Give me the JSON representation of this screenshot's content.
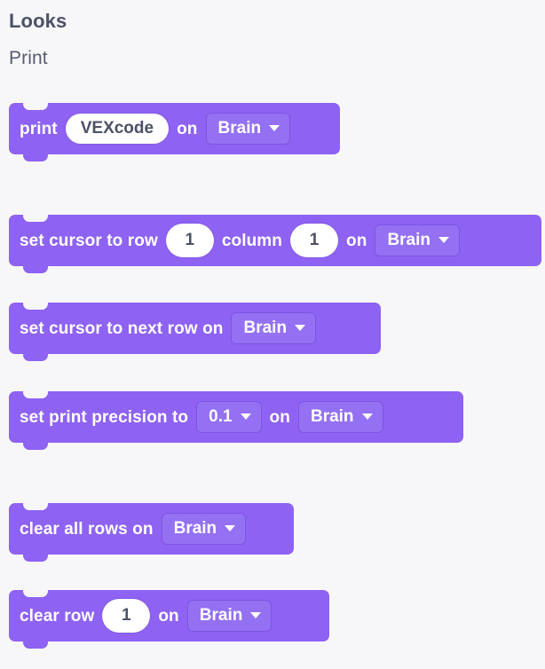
{
  "palette": {
    "category": "Looks",
    "subcategory": "Print",
    "accent_color": "#8E62F2",
    "dropdown_color": "#9470F3",
    "background_color": "#F7F7FA",
    "text_color": "#FFFFFF",
    "heading_color": "#4C5165"
  },
  "blocks": [
    {
      "id": "print",
      "label_1": "print",
      "text_value": "VEXcode",
      "label_2": "on",
      "device": "Brain",
      "caret": "chevron-down-icon"
    },
    {
      "id": "set-cursor-row",
      "label_1": "set cursor to row",
      "row_value": "1",
      "label_2": "column",
      "column_value": "1",
      "label_3": "on",
      "device": "Brain",
      "caret": "chevron-down-icon"
    },
    {
      "id": "next-row",
      "label_1": "set cursor to next row on",
      "device": "Brain",
      "caret": "chevron-down-icon"
    },
    {
      "id": "precision",
      "label_1": "set print precision to",
      "precision_value": "0.1",
      "label_2": "on",
      "device": "Brain",
      "caret": "chevron-down-icon"
    },
    {
      "id": "clear-all-rows",
      "label_1": "clear all rows on",
      "device": "Brain",
      "caret": "chevron-down-icon"
    },
    {
      "id": "clear-row",
      "label_1": "clear row",
      "row_value": "1",
      "label_2": "on",
      "device": "Brain",
      "caret": "chevron-down-icon"
    }
  ]
}
